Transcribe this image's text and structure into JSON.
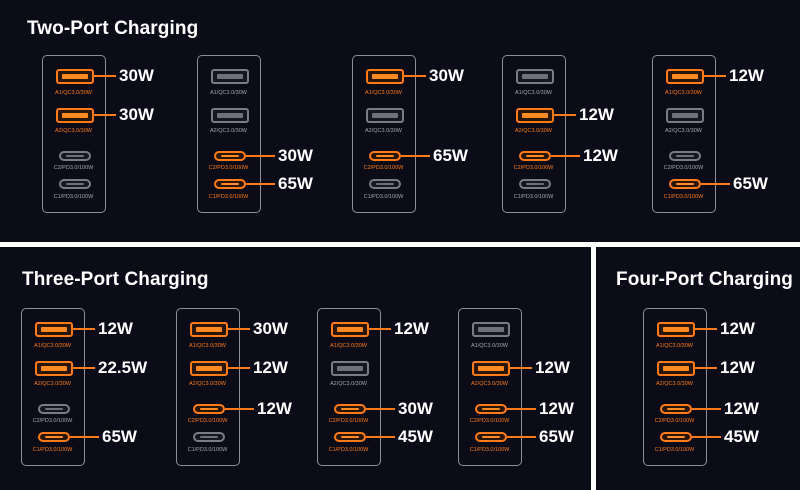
{
  "sections": [
    {
      "title": "Two-Port Charging",
      "chargers": [
        {
          "a1": "30W",
          "a2": "30W",
          "c2": null,
          "c1": null
        },
        {
          "a1": null,
          "a2": null,
          "c2": "30W",
          "c1": "65W"
        },
        {
          "a1": "30W",
          "a2": null,
          "c2": "65W",
          "c1": null
        },
        {
          "a1": null,
          "a2": "12W",
          "c2": "12W",
          "c1": null
        },
        {
          "a1": "12W",
          "a2": null,
          "c2": null,
          "c1": "65W"
        }
      ]
    },
    {
      "title": "Three-Port Charging",
      "chargers": [
        {
          "a1": "12W",
          "a2": "22.5W",
          "c2": null,
          "c1": "65W"
        },
        {
          "a1": "30W",
          "a2": "12W",
          "c2": "12W",
          "c1": null
        },
        {
          "a1": "12W",
          "a2": null,
          "c2": "30W",
          "c1": "45W"
        },
        {
          "a1": null,
          "a2": "12W",
          "c2": "12W",
          "c1": "65W"
        }
      ]
    },
    {
      "title": "Four-Port Charging",
      "chargers": [
        {
          "a1": "12W",
          "a2": "12W",
          "c2": "12W",
          "c1": "45W"
        }
      ]
    }
  ],
  "port_labels": {
    "a1": "A1/QC3.0/30W",
    "a2": "A2/QC3.0/30W",
    "c2": "C2/PD3.0/100W",
    "c1": "C1/PD3.0/100W"
  },
  "colors": {
    "active": "#ff7a18",
    "inactive": "#7a7b84",
    "background": "#0b0c18"
  }
}
